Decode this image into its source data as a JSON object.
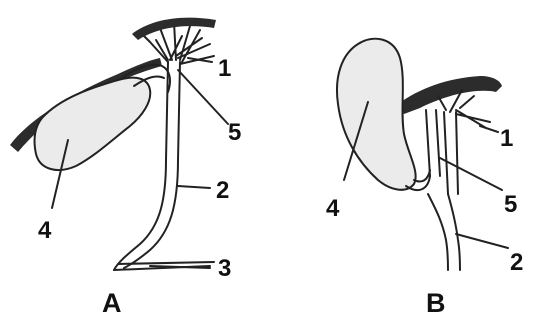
{
  "figure": {
    "panels": [
      {
        "id": "A",
        "label": "A",
        "numbers": [
          "1",
          "5",
          "2",
          "3",
          "4"
        ]
      },
      {
        "id": "B",
        "label": "B",
        "numbers": [
          "1",
          "5",
          "4",
          "2"
        ]
      }
    ]
  }
}
